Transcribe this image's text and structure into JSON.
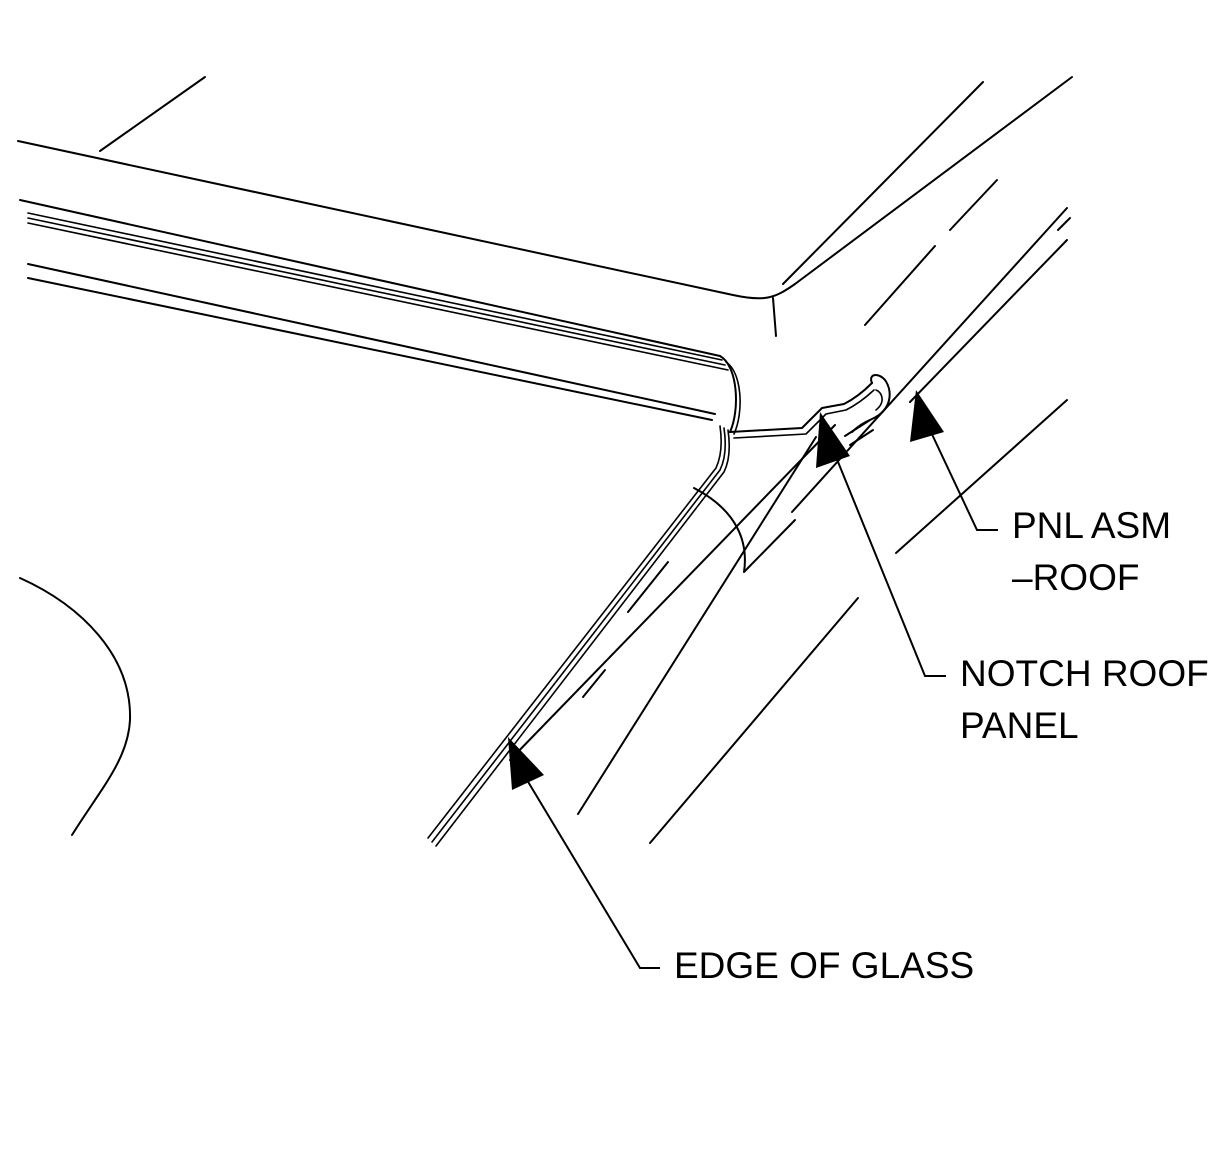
{
  "diagram": {
    "callouts": [
      {
        "id": "pnl-asm-roof",
        "lines": [
          "PNL ASM",
          "–ROOF"
        ]
      },
      {
        "id": "notch-roof-panel",
        "lines": [
          "NOTCH ROOF",
          "PANEL"
        ]
      },
      {
        "id": "edge-of-glass",
        "lines": [
          "EDGE OF GLASS"
        ]
      }
    ]
  }
}
